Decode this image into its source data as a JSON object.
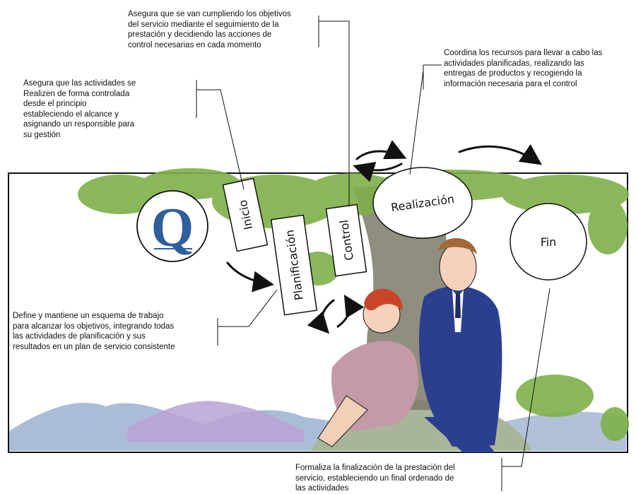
{
  "annotations": {
    "inicio": "Asegura que las actividades se\nRealizen de forma controlada\ndesde el principio\nestableciendo el alcance y\nasignando un responsible para\nsu gestión",
    "control": "Asegura que se van cumpliendo los objetivos\ndel servicio mediante el seguimiento de la\nprestación y decidiendo las acciones de\ncontrol necesarias en cada momento",
    "realizacion": "Coordina los recursos para llevar a cabo las\nactividades planificadas, realizando las\nentregas de productos y recogiendo la\ninformación necesaria para el control",
    "planificacion": "Define y mantiene un esquema de trabajo\npara alcanzar los objetivos, integrando todas\nlas actividades de planificación y sus\nresultados en un plan de servicio consistente",
    "fin": "Formaliza la finalización de la prestación del\nservicio, estableciendo un final ordenado de\nlas actividades"
  },
  "stages": {
    "inicio": "Inicio",
    "planificacion": "Planificación",
    "control": "Control",
    "realizacion": "Realización",
    "fin": "Fin"
  },
  "logo_letter": "Q",
  "colors": {
    "sky": "#ffffff",
    "foliage": "#7fb04a",
    "trunk": "#7d7a68",
    "mountain_blue": "#8fa6c9",
    "mountain_purple": "#b7a3d6",
    "ground": "#a8b59a",
    "suit": "#2c3f8f",
    "dress": "#c59aa8",
    "hair": "#c9452a",
    "logo": "#2f5f9a"
  }
}
